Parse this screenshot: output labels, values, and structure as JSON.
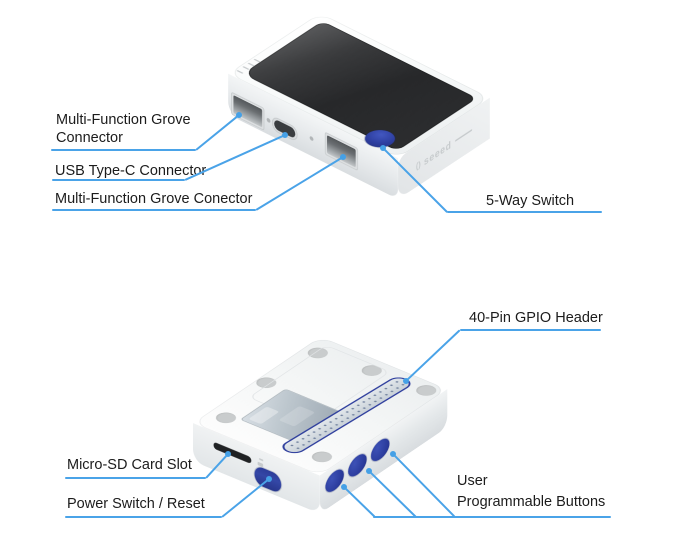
{
  "colors": {
    "callout_line": "#4aa3e8",
    "device_accent_blue": "#2e3f9f",
    "background": "#ffffff"
  },
  "icons": {
    "seeed_leaf": "()"
  },
  "front_view": {
    "brand": "seeed",
    "callouts": {
      "grove_top_line1": "Multi-Function Grove",
      "grove_top_line2": "Connector",
      "usb_c": "USB Type-C Connector",
      "grove_bottom": "Multi-Function Grove Conector",
      "five_way_switch": "5-Way Switch"
    }
  },
  "back_view": {
    "callouts": {
      "gpio_header": "40-Pin GPIO Header",
      "micro_sd": "Micro-SD Card Slot",
      "power_switch": "Power Switch / Reset",
      "user_buttons_line1": "User",
      "user_buttons_line2": "Programmable Buttons"
    }
  }
}
